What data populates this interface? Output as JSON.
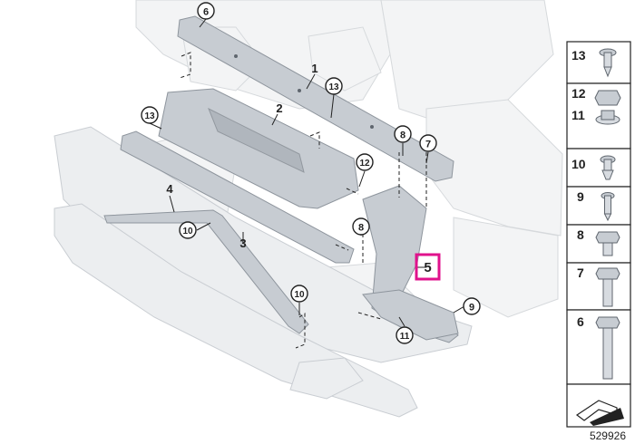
{
  "callouts": {
    "c1": "1",
    "c2": "2",
    "c3": "3",
    "c4": "4",
    "c5": "5",
    "c6": "6",
    "c7": "7",
    "c8a": "8",
    "c8b": "8",
    "c9": "9",
    "c10a": "10",
    "c10b": "10",
    "c11": "11",
    "c12": "12",
    "c13a": "13",
    "c13b": "13"
  },
  "legend": {
    "items": [
      "13",
      "12",
      "11",
      "10",
      "9",
      "8",
      "7",
      "6"
    ]
  },
  "drawing_id": "529926",
  "highlight_color": "#e0128c"
}
